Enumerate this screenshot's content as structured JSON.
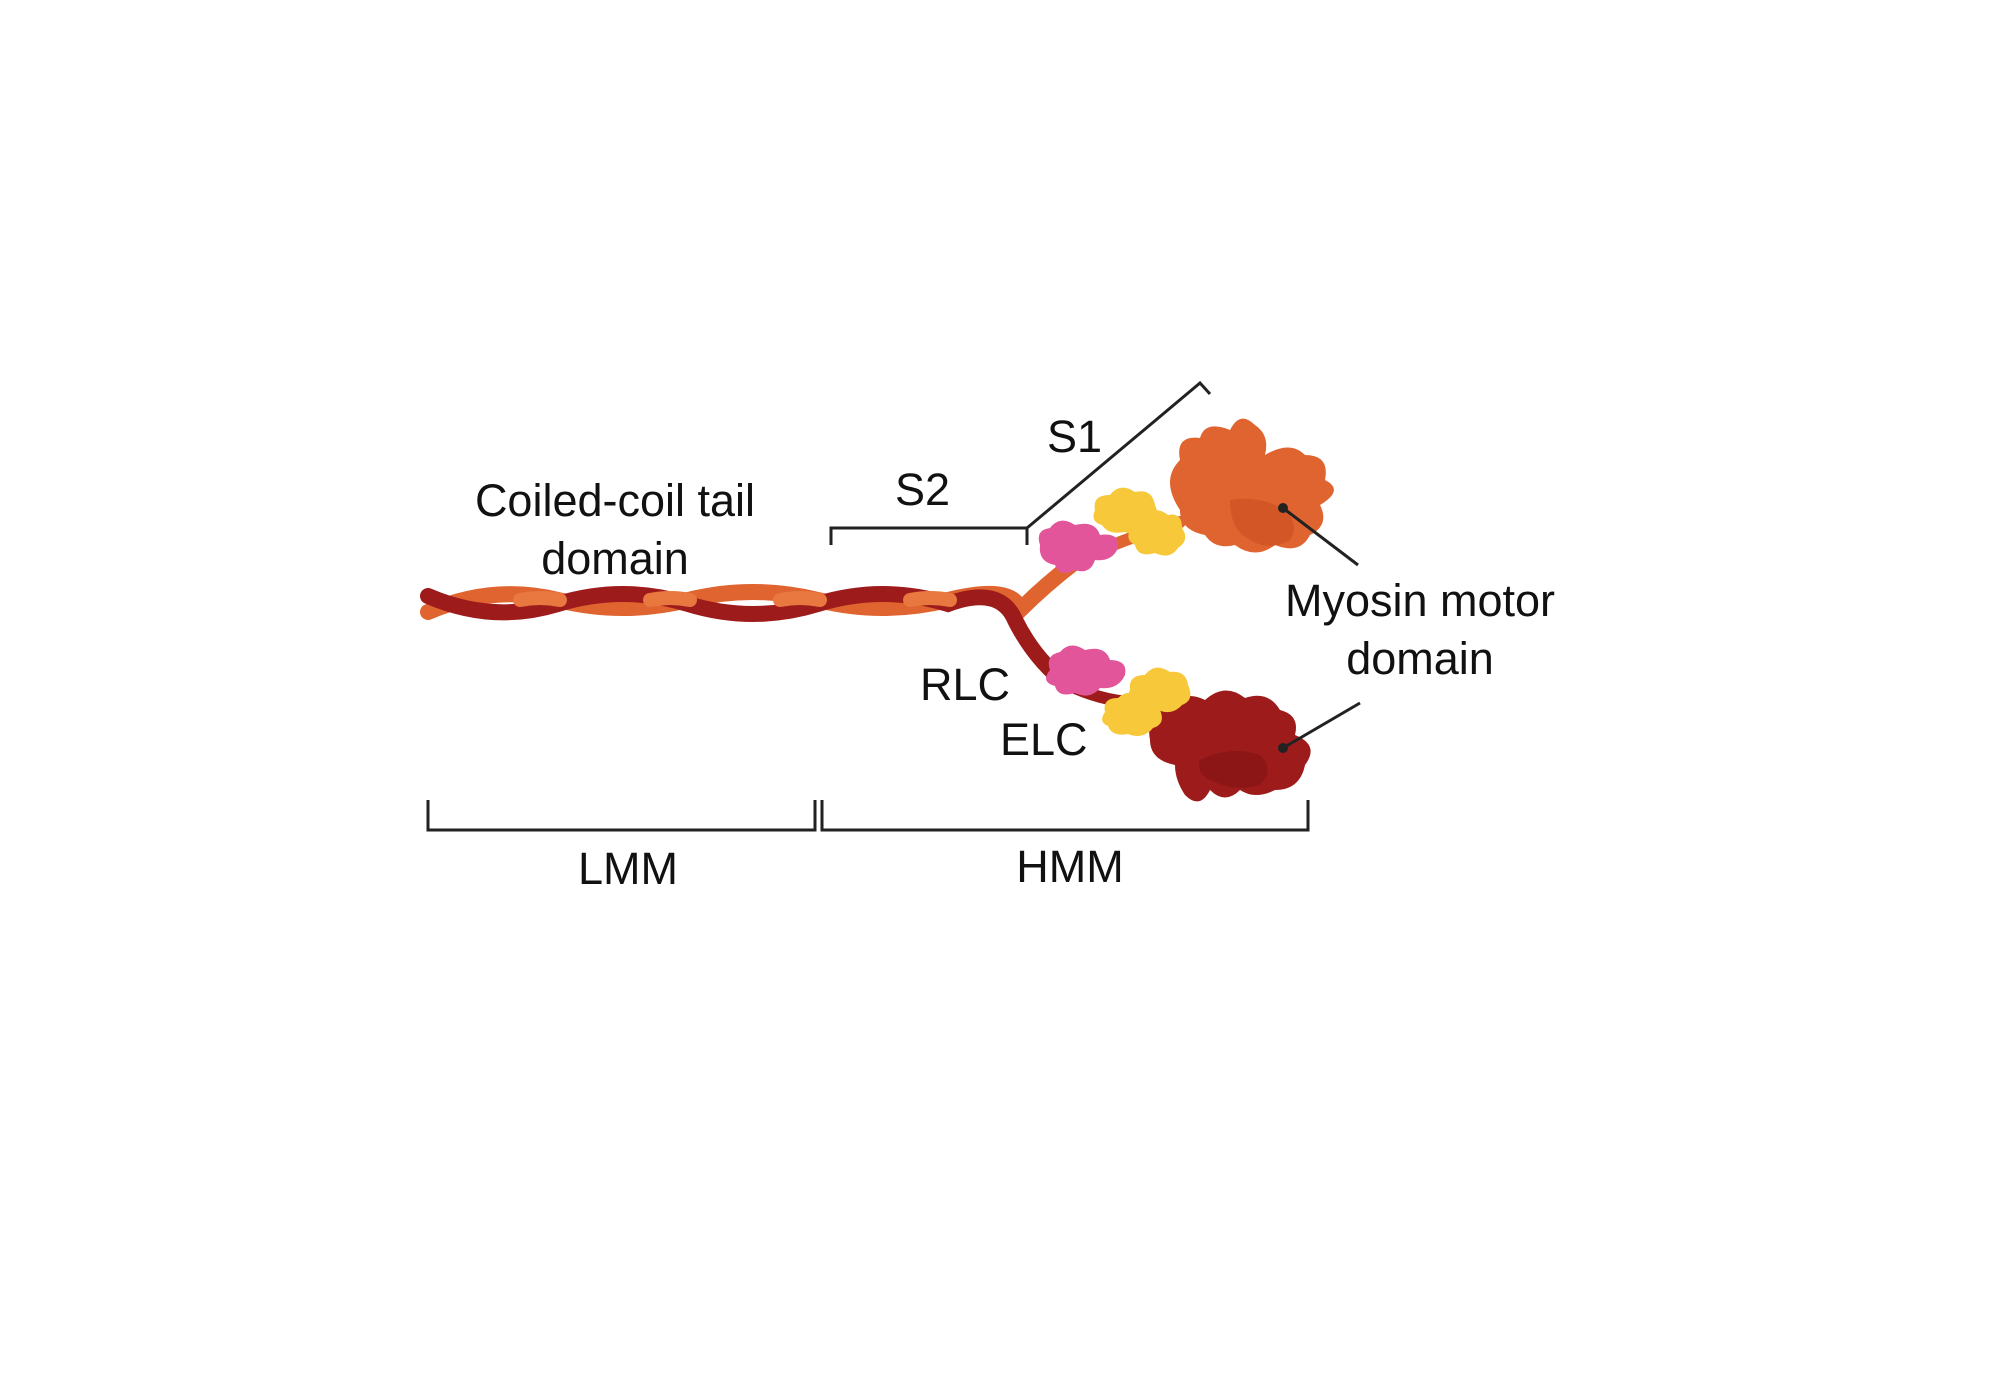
{
  "labels": {
    "tail_line1": "Coiled-coil tail",
    "tail_line2": "domain",
    "s2": "S2",
    "s1": "S1",
    "motor_line1": "Myosin motor",
    "motor_line2": "domain",
    "rlc": "RLC",
    "elc": "ELC",
    "lmm": "LMM",
    "hmm": "HMM"
  },
  "colors": {
    "heavy_chain_dark": "#9e1b1b",
    "heavy_chain_light": "#e0642f",
    "motor_upper": "#e0642f",
    "motor_lower": "#9e1b1b",
    "regulatory_light_chain": "#e2559a",
    "essential_light_chain": "#f6c83a",
    "bracket": "#222222"
  }
}
